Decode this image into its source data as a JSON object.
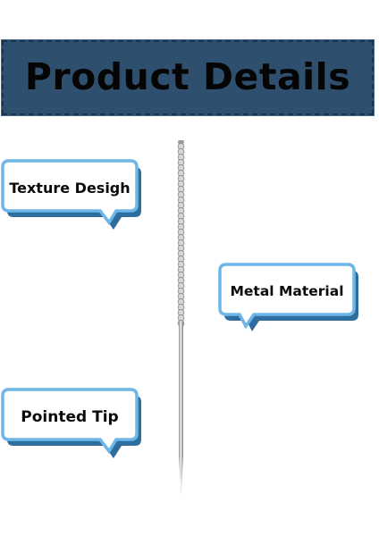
{
  "banner": {
    "title": "Product Details"
  },
  "callouts": [
    {
      "id": "texture",
      "label": "Texture Desigh"
    },
    {
      "id": "metal",
      "label": "Metal Material"
    },
    {
      "id": "tip",
      "label": "Pointed Tip"
    }
  ],
  "colors": {
    "banner_fill": "#2f4f6e",
    "callout_border": "#6fb6e6",
    "callout_shadow": "#2d6e9e",
    "needle_metal": "#b9b9b9"
  },
  "icons": {
    "product_image": "needle-illustration"
  }
}
